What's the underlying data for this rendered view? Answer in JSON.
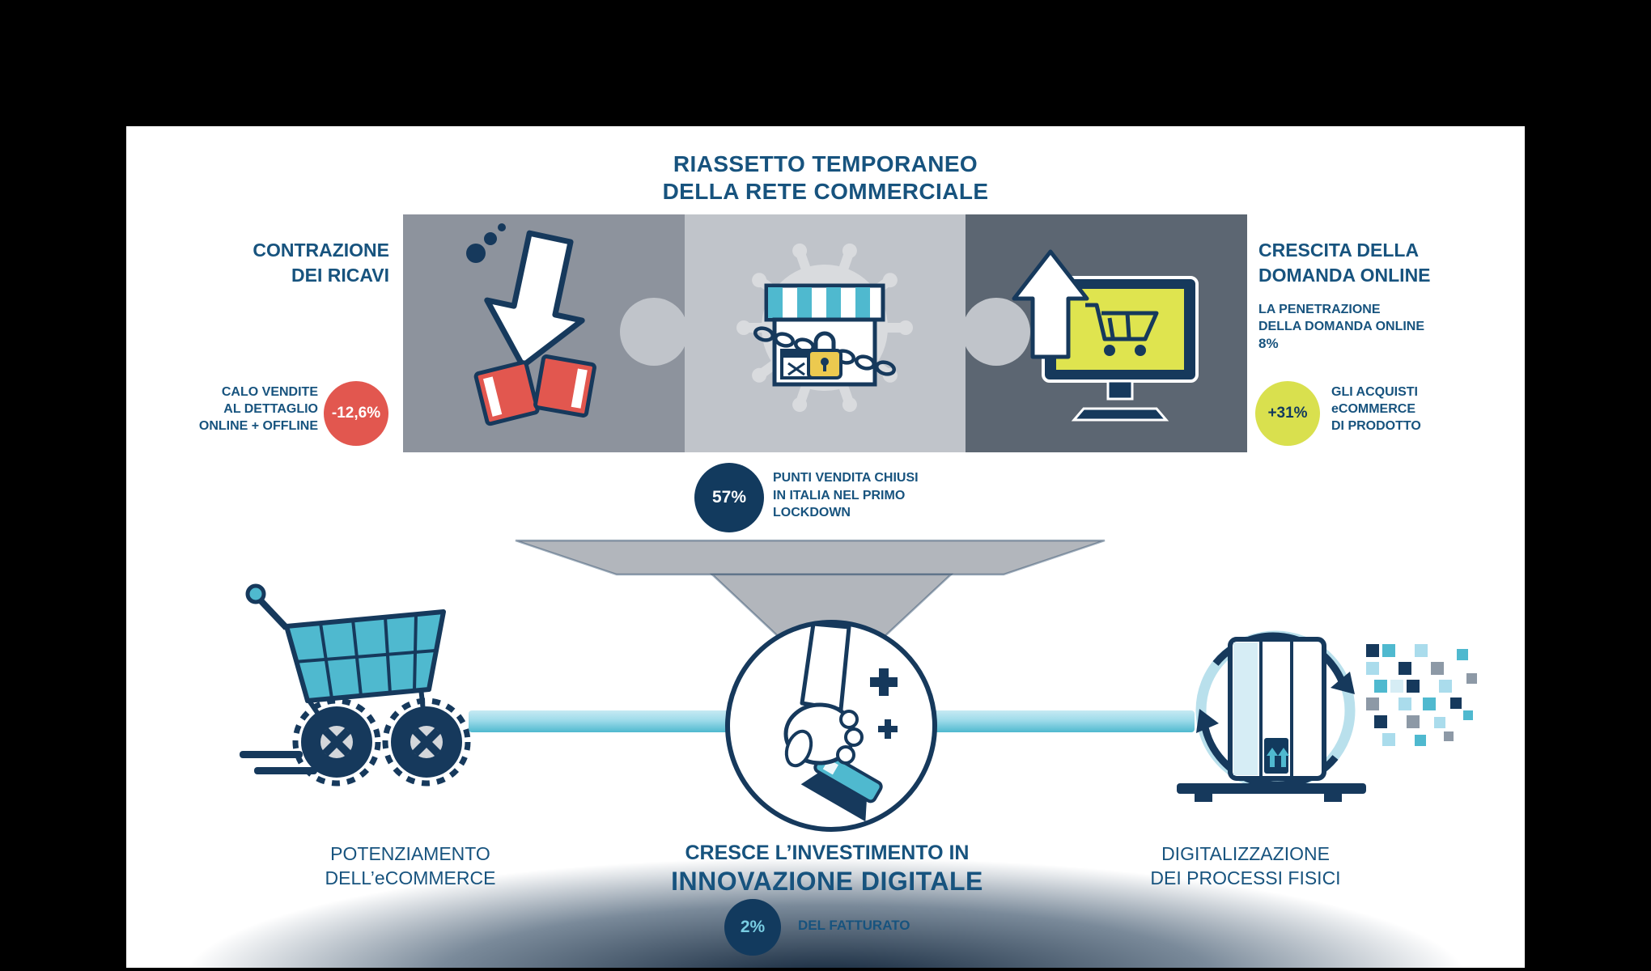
{
  "title": {
    "line1": "RIASSETTO TEMPORANEO",
    "line2": "DELLA RETE COMMERCIALE"
  },
  "left_block": {
    "heading": [
      "CONTRAZIONE",
      "DEI RICAVI"
    ],
    "note": [
      "CALO VENDITE",
      "AL DETTAGLIO",
      "ONLINE + OFFLINE"
    ],
    "badge_value": "-12,6%"
  },
  "right_block": {
    "heading": [
      "CRESCITA DELLA",
      "DOMANDA ONLINE"
    ],
    "sub": [
      "LA PENETRAZIONE",
      "DELLA DOMANDA ONLINE"
    ],
    "sub_value": "8%",
    "badge_value": "+31%",
    "badge_note": [
      "GLI ACQUISTI",
      "eCOMMERCE",
      "DI PRODOTTO"
    ]
  },
  "center_stat": {
    "value": "57%",
    "note": [
      "PUNTI VENDITA CHIUSI",
      "IN ITALIA NEL PRIMO",
      "LOCKDOWN"
    ]
  },
  "bottom": {
    "left_label": [
      "POTENZIAMENTO",
      "DELL’eCOMMERCE"
    ],
    "center_label": [
      "CRESCE L’INVESTIMENTO IN",
      "INNOVAZIONE DIGITALE"
    ],
    "right_label": [
      "DIGITALIZZAZIONE",
      "DEI PROCESSI FISICI"
    ],
    "stat_value": "2%",
    "stat_label": "DEL FATTURATO"
  },
  "icons": {
    "puzzle_left": "declining-revenue-icon",
    "puzzle_mid": "closed-store-virus-icon",
    "puzzle_right": "online-demand-monitor-icon",
    "left_bottom": "offroad-shopping-cart-icon",
    "center_bottom": "hand-investment-icon",
    "right_bottom": "digitization-machine-icon"
  },
  "colors": {
    "navy_outline": "#16395c",
    "blue_text": "#17537e",
    "teal": "#4fb9cf",
    "light_blue": "#aadcec",
    "red": "#e2574f",
    "lime": "#d9e04e",
    "puzzle_left": "#8d939d",
    "puzzle_mid": "#c0c4ca",
    "puzzle_right": "#5c6672",
    "virus_gray": "#d9dbde",
    "funnel_gray": "#b2b6bc",
    "dark_circle": "#123a5e"
  }
}
